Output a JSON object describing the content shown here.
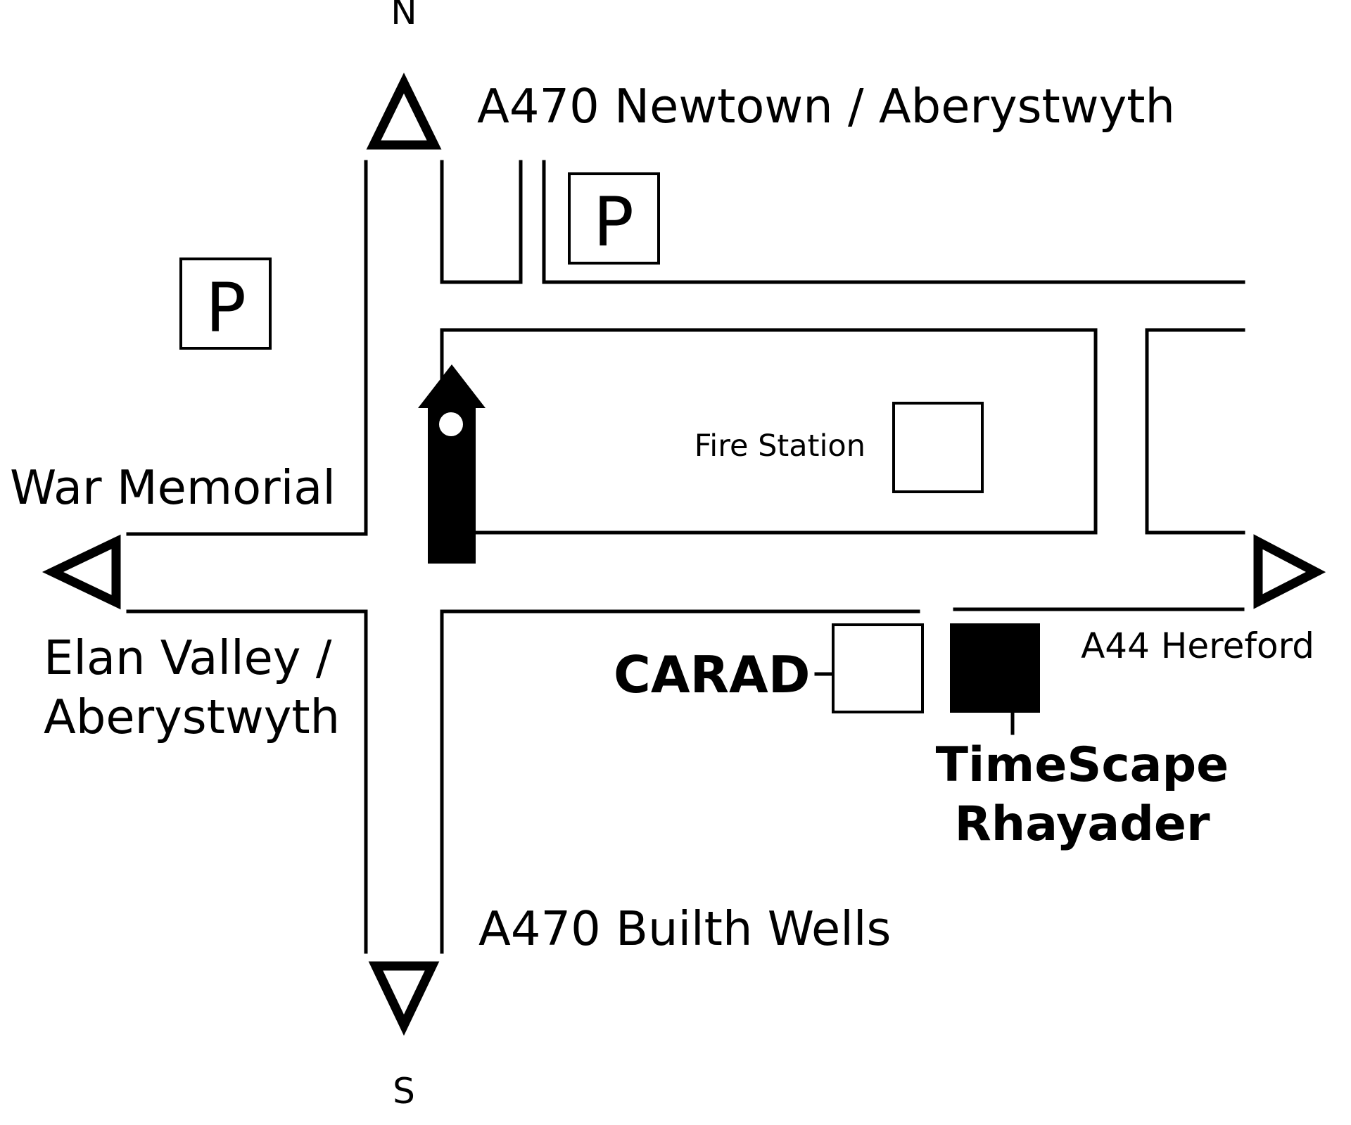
{
  "compass": {
    "north": "N",
    "south": "S"
  },
  "roads": {
    "north": "A470 Newtown / Aberystwyth",
    "south": "A470 Builth Wells",
    "east": "A44 Hereford",
    "west_line1": "Elan Valley /",
    "west_line2": "Aberystwyth"
  },
  "parking": {
    "symbol": "P"
  },
  "landmarks": {
    "war_memorial": "War Memorial",
    "fire_station": "Fire Station",
    "carad": "CARAD",
    "timescape_line1": "TimeScape",
    "timescape_line2": "Rhayader"
  },
  "colors": {
    "ink": "#000000",
    "background": "#ffffff"
  },
  "icons": {
    "clock_tower": "clock-tower-icon",
    "parking": "parking-icon",
    "direction": "triangle-arrow-icon"
  }
}
